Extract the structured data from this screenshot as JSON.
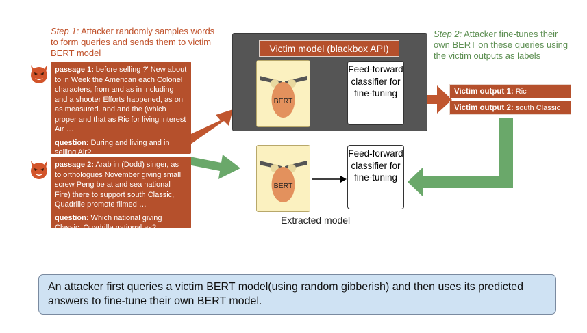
{
  "step1": {
    "label": "Step 1:",
    "text": " Attacker randomly samples words to form queries and sends them to victim BERT model"
  },
  "step2": {
    "label": "Step 2:",
    "text": " Attacker fine-tunes their own BERT on these queries using the victim outputs as labels"
  },
  "passage1": {
    "label": "passage 1:",
    "text": " before selling ?' New about to in Week the American each Colonel characters, from and as in including and a shooter Efforts happened, as on as measured. and and the (which proper and that as Ric for living interest Air …",
    "question_label": "question:",
    "question_text": " During and living and in selling Air?"
  },
  "passage2": {
    "label": "passage 2:",
    "text": " Arab in (Dodd) singer, as to orthologues November giving small screw Peng be at and sea national Fire) there to support south Classic, Quadrille promote filmed …",
    "question_label": "question:",
    "question_text": " Which national giving Classic, Quadrille national as?"
  },
  "victim_model": {
    "title": "Victim model (blackbox API)",
    "bert_label": "BERT",
    "classifier_text": "Feed-forward classifier for fine-tuning"
  },
  "extracted_model": {
    "title": "Extracted model",
    "bert_label": "BERT",
    "classifier_text": "Feed-forward classifier for fine-tuning"
  },
  "outputs": [
    {
      "label": "Victim output 1:",
      "value": " Ric"
    },
    {
      "label": "Victim output 2:",
      "value": " south Classic"
    }
  ],
  "caption": "An attacker first queries a victim BERT model(using random gibberish) and then uses its predicted answers to fine-tune their own BERT model.",
  "colors": {
    "orange": "#b5502c",
    "green": "#6aa86a",
    "victim_bg": "#555555",
    "caption_bg": "#cfe2f3"
  }
}
